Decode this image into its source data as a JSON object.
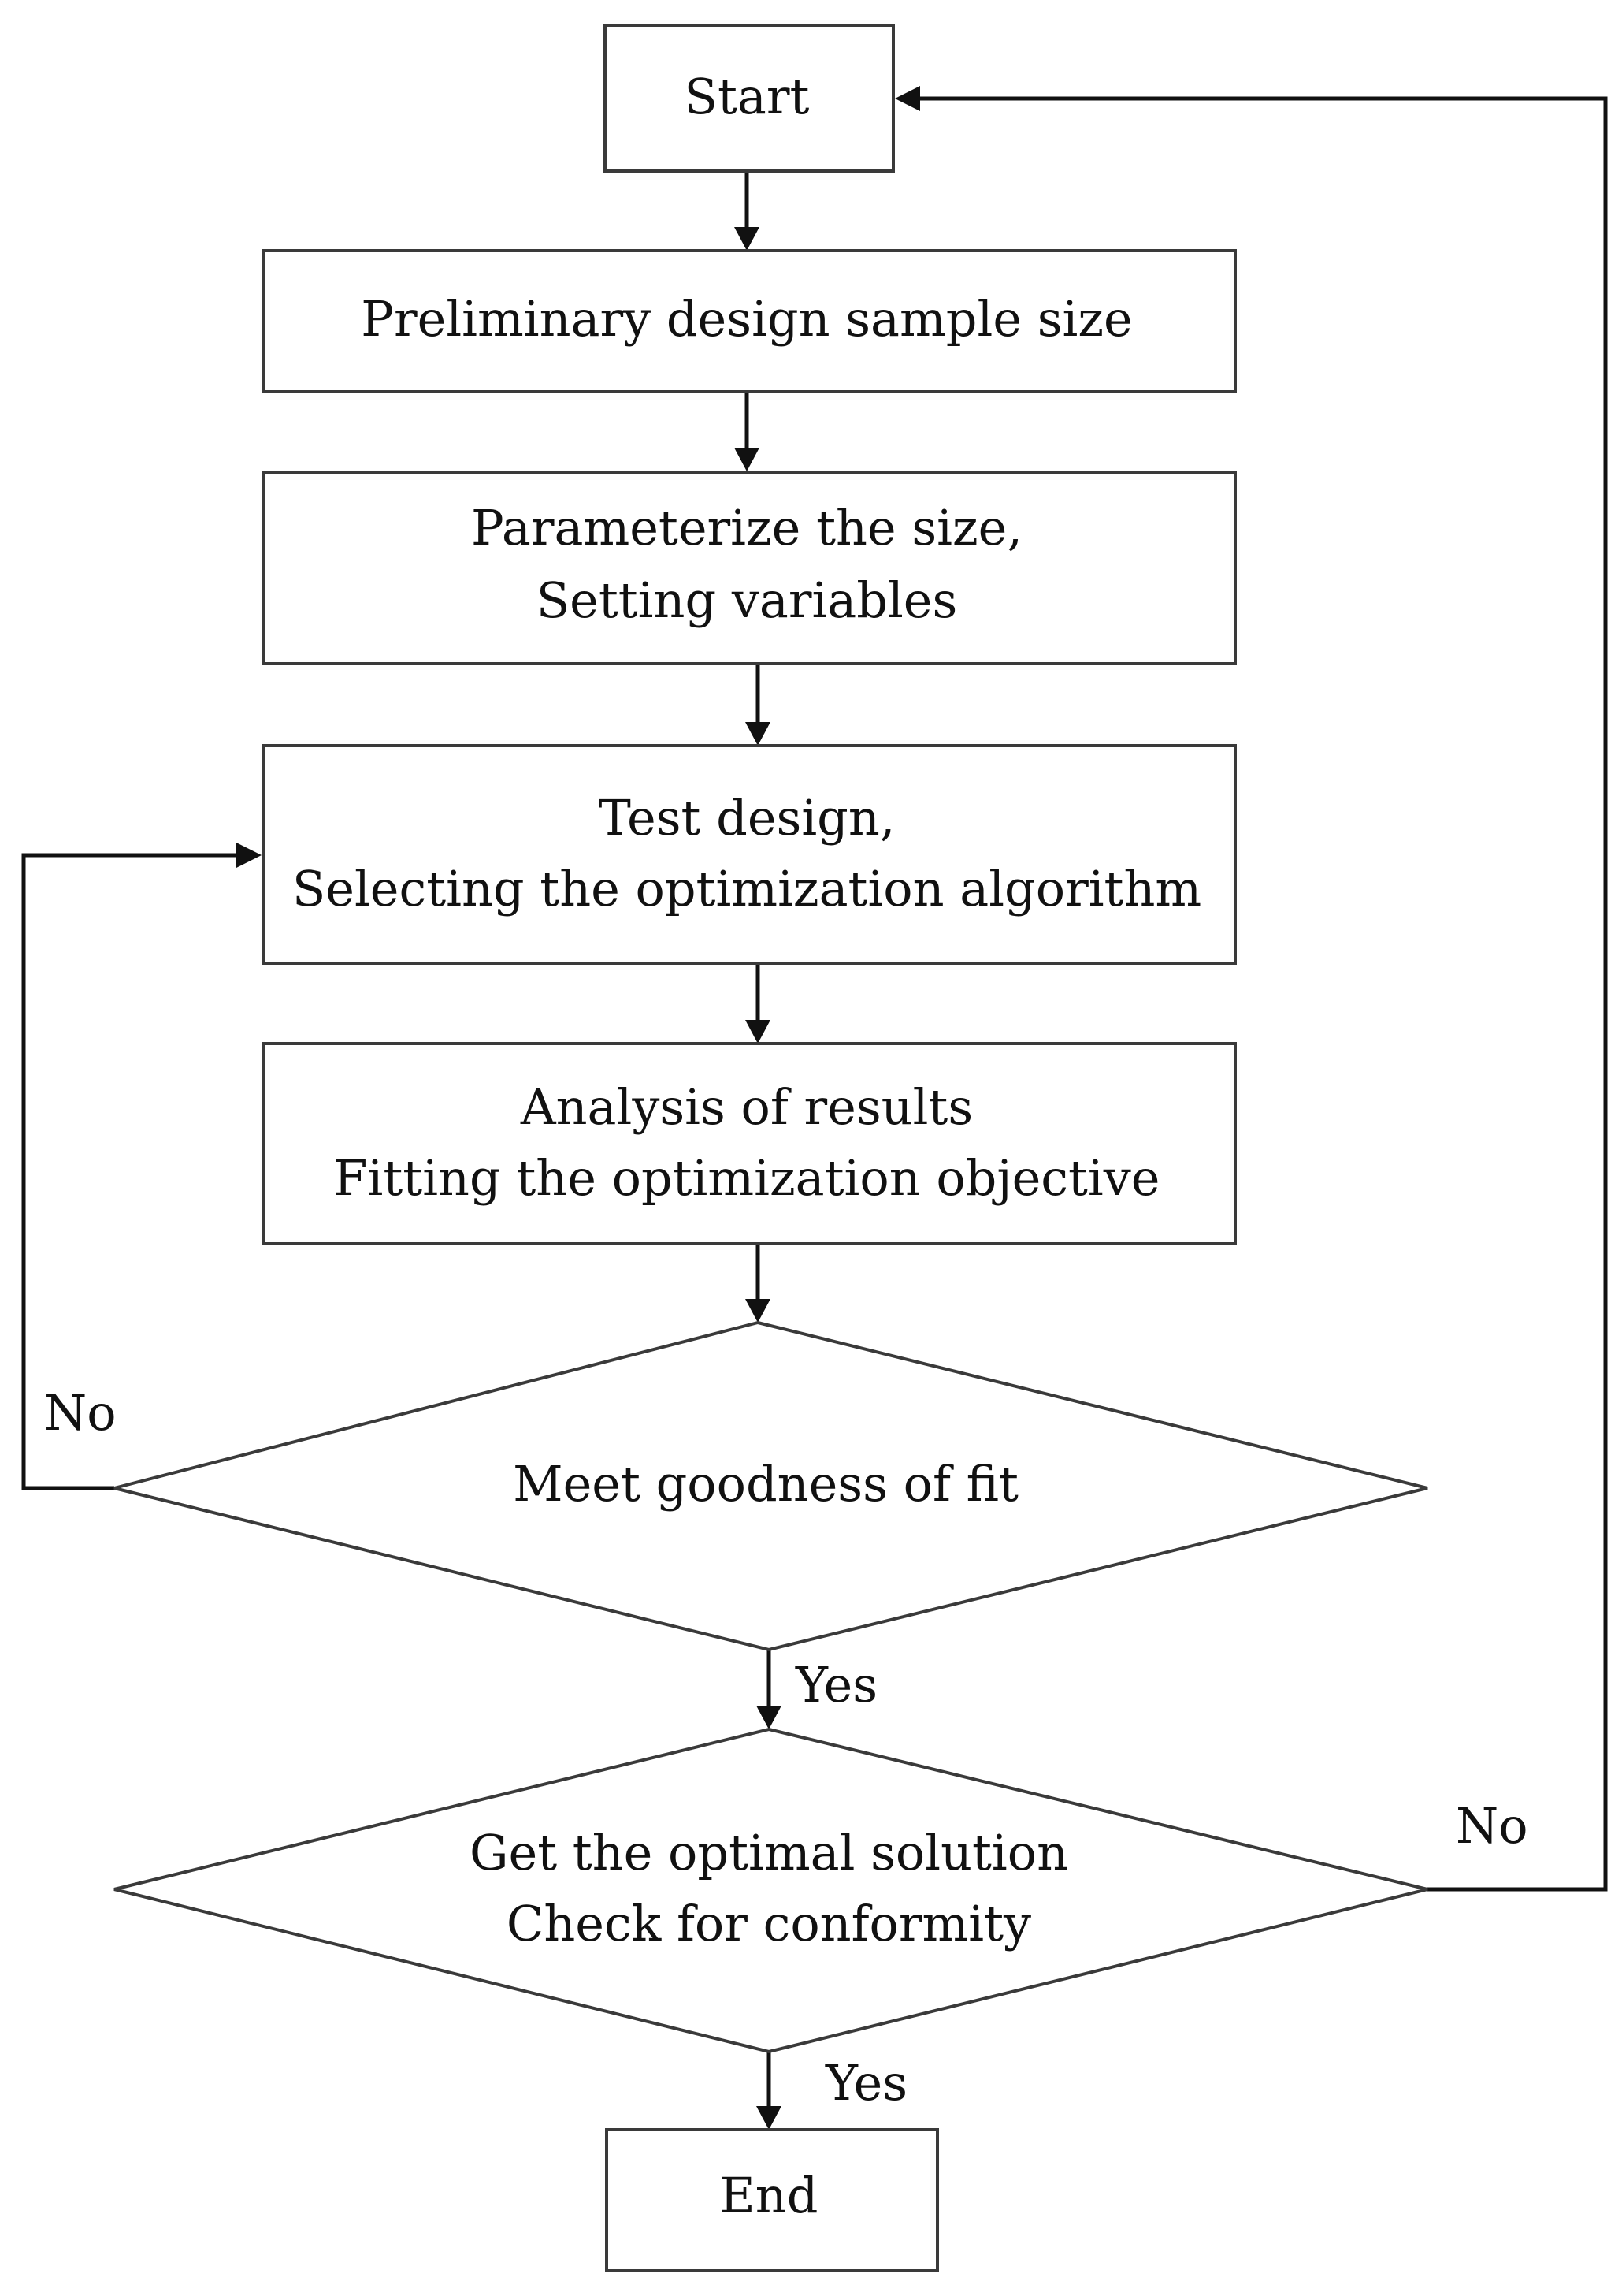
{
  "flowchart": {
    "start": {
      "label": "Start"
    },
    "preliminary": {
      "label": "Preliminary design sample size"
    },
    "parameterize": {
      "line1": "Parameterize the size,",
      "line2": "Setting variables"
    },
    "test_design": {
      "line1": "Test design,",
      "line2": "Selecting the optimization algorithm"
    },
    "analysis": {
      "line1": "Analysis of results",
      "line2": "Fitting the optimization objective"
    },
    "goodness_decision": {
      "label": "Meet goodness of fit"
    },
    "optimal_decision": {
      "line1": "Get the optimal solution",
      "line2": "Check for conformity"
    },
    "end": {
      "label": "End"
    },
    "edge_labels": {
      "goodness_no": "No",
      "goodness_yes": "Yes",
      "optimal_no": "No",
      "optimal_yes": "Yes"
    }
  }
}
